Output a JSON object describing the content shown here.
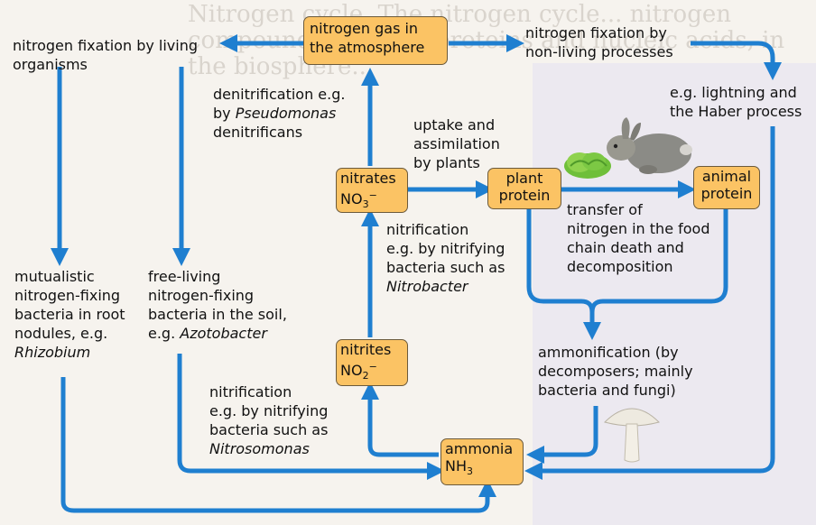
{
  "background_text": "Nitrogen cycle. The nitrogen cycle... nitrogen compounds, such as proteins and nucleic acids, in the biosphere...",
  "boxes": {
    "atmosphere": {
      "line1": "nitrogen gas in",
      "line2": "the atmosphere"
    },
    "nitrates": {
      "line1": "nitrates",
      "formula": "NO",
      "sub": "3",
      "sup": "−"
    },
    "nitrites": {
      "line1": "nitrites",
      "formula": "NO",
      "sub": "2",
      "sup": "−"
    },
    "ammonia": {
      "line1": "ammonia",
      "formula": "NH",
      "sub": "3"
    },
    "plant_protein": {
      "line1": "plant",
      "line2": "protein"
    },
    "animal_protein": {
      "line1": "animal",
      "line2": "protein"
    }
  },
  "labels": {
    "fixation_living": [
      "nitrogen fixation by living",
      "organisms"
    ],
    "fixation_nonliving": [
      "nitrogen fixation by",
      "non-living processes"
    ],
    "lightning": [
      "e.g. lightning and",
      "the Haber process"
    ],
    "denitrification": {
      "line1": "denitrification e.g.",
      "line2_prefix": "by ",
      "line2_italic": "Pseudomonas",
      "line3": "denitrificans"
    },
    "uptake": [
      "uptake and",
      "assimilation",
      "by plants"
    ],
    "nitrification_upper": {
      "line1": "nitrification",
      "line2": "e.g. by nitrifying",
      "line3": "bacteria such as",
      "line4_italic": "Nitrobacter"
    },
    "transfer": [
      "transfer of",
      "nitrogen in the food",
      "chain death and",
      "decomposition"
    ],
    "mutualistic": {
      "line1": "mutualistic",
      "line2": "nitrogen-fixing",
      "line3": "bacteria in root",
      "line4": "nodules, e.g.",
      "line5_italic": "Rhizobium"
    },
    "freeliving": {
      "line1": "free-living",
      "line2": "nitrogen-fixing",
      "line3": "bacteria in the soil,",
      "line4_prefix": "e.g. ",
      "line4_italic": "Azotobacter"
    },
    "ammonification": [
      "ammonification (by",
      "decomposers; mainly",
      "bacteria and fungi)"
    ],
    "nitrification_lower": {
      "line1": "nitrification",
      "line2": "e.g. by nitrifying",
      "line3": "bacteria such as",
      "line4_italic": "Nitrosomonas"
    }
  },
  "colors": {
    "arrow": "#1f7fd0",
    "box_fill": "#fbc364"
  },
  "icons": {
    "rabbit": "rabbit-icon",
    "lettuce": "lettuce-icon",
    "mushroom": "mushroom-icon"
  }
}
